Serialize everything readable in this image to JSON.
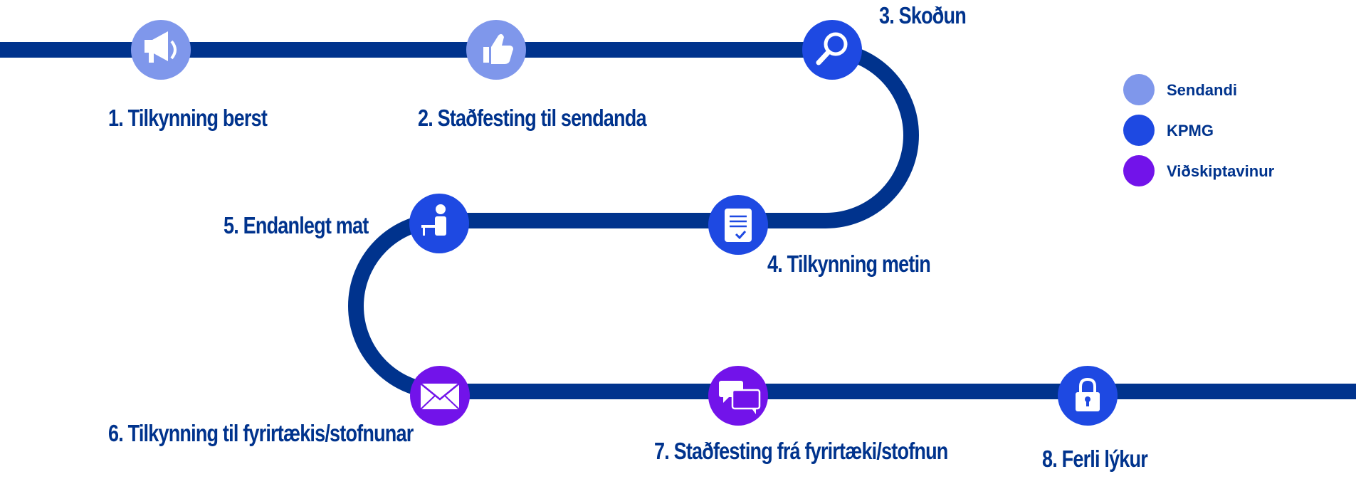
{
  "colors": {
    "track": "#00338D",
    "sendandi": "#7F97EB",
    "kpmg": "#1E49E2",
    "vidskiptavinur": "#7213EA"
  },
  "steps": [
    {
      "label": "1. Tilkynning berst",
      "icon": "megaphone-icon",
      "role": "sendandi"
    },
    {
      "label": "2. Staðfesting til sendanda",
      "icon": "thumbs-up-icon",
      "role": "sendandi"
    },
    {
      "label": "3. Skoðun",
      "icon": "magnifier-icon",
      "role": "kpmg"
    },
    {
      "label": "4. Tilkynning metin",
      "icon": "checklist-document-icon",
      "role": "kpmg"
    },
    {
      "label": "5. Endanlegt mat",
      "icon": "person-at-desk-icon",
      "role": "kpmg"
    },
    {
      "label": "6. Tilkynning til fyrirtækis/stofnunar",
      "icon": "envelope-icon",
      "role": "vidskiptavinur"
    },
    {
      "label": "7. Staðfesting frá fyrirtæki/stofnun",
      "icon": "chat-bubbles-icon",
      "role": "vidskiptavinur"
    },
    {
      "label": "8. Ferli lýkur",
      "icon": "padlock-icon",
      "role": "kpmg"
    }
  ],
  "legend": [
    {
      "label": "Sendandi",
      "role": "sendandi"
    },
    {
      "label": "KPMG",
      "role": "kpmg"
    },
    {
      "label": "Viðskiptavinur",
      "role": "vidskiptavinur"
    }
  ]
}
